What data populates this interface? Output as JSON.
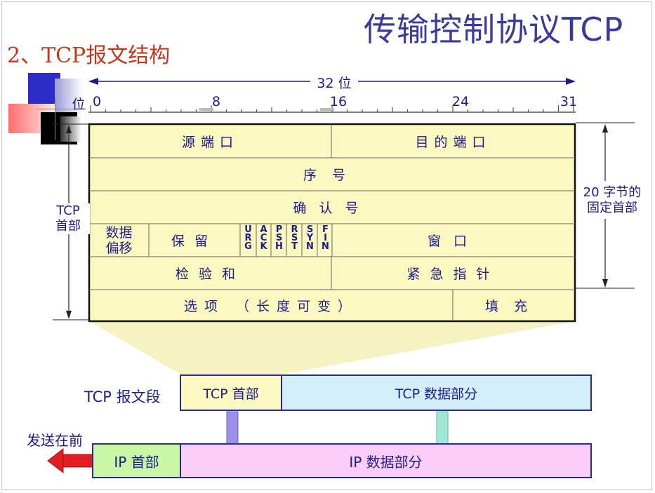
{
  "title": "传输控制协议TCP",
  "subtitle": "2、TCP报文结构",
  "ruler": {
    "span_label": "32 位",
    "bit_label": "位",
    "ticks": [
      "0",
      "8",
      "16",
      "24",
      "31"
    ]
  },
  "header_fields": {
    "source_port": "源端口",
    "dest_port": "目的端口",
    "seq": "序号",
    "ack_num": "确认号",
    "data_offset_line1": "数据",
    "data_offset_line2": "偏移",
    "reserved": "保留",
    "flags": [
      [
        "U",
        "R",
        "G"
      ],
      [
        "A",
        "C",
        "K"
      ],
      [
        "P",
        "S",
        "H"
      ],
      [
        "R",
        "S",
        "T"
      ],
      [
        "S",
        "Y",
        "N"
      ],
      [
        "F",
        "I",
        "N"
      ]
    ],
    "window": "窗口",
    "checksum": "检验和",
    "urgent_pointer": "紧急指针",
    "options": "选项  （长度可变）",
    "padding": "填充"
  },
  "left_label": {
    "line1": "TCP",
    "line2": "首部"
  },
  "right_label": {
    "line1": "20 字节的",
    "line2": "固定首部"
  },
  "segment": {
    "label": "TCP 报文段",
    "header": "TCP 首部",
    "data": "TCP 数据部分"
  },
  "ip": {
    "send_first": "发送在前",
    "header": "IP 首部",
    "data": "IP 数据部分"
  },
  "colors": {
    "header_fill": "#fbf8c0",
    "tcp_data_fill": "#d3eefb",
    "ip_header_fill": "#c8f7a6",
    "ip_data_fill": "#fbcdf9",
    "title": "#3a3a9c",
    "subtitle": "#c0391f"
  }
}
